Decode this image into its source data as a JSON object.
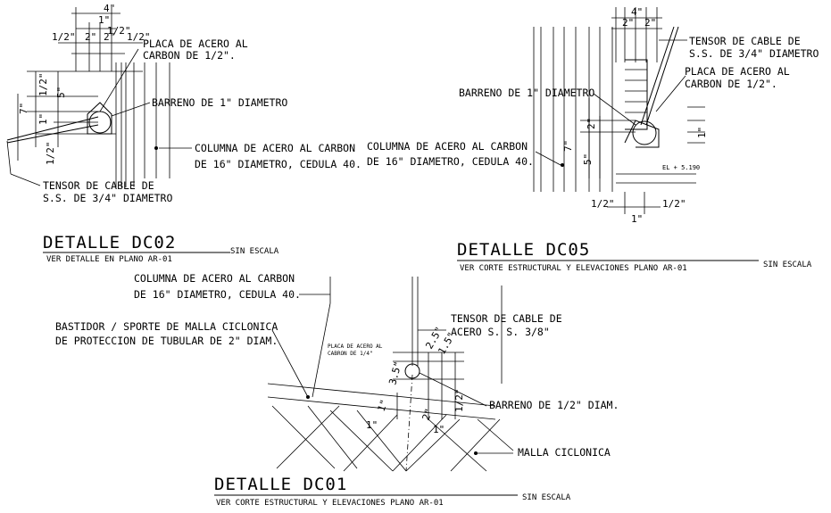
{
  "dc02": {
    "title": "DETALLE DC02",
    "ref": "VER DETALLE EN PLANO AR-01",
    "scale": "SIN ESCALA",
    "plate_l1": "PLACA DE ACERO AL",
    "plate_l2": "CARBON DE 1/2\".",
    "hole": "BARRENO DE 1\" DIAMETRO",
    "column_l1": "COLUMNA DE ACERO AL CARBON",
    "column_l2": "DE 16\" DIAMETRO, CEDULA 40.",
    "tensor_l1": "TENSOR DE CABLE DE",
    "tensor_l2": "S.S. DE 3/4\" DIAMETRO",
    "dims": {
      "d4": "4\"",
      "d1": "1\"",
      "d2a": "2\"",
      "d2b": "2\"",
      "d12a": "1/2\"",
      "d12b": "1/2\"",
      "d12c": "1/2\"",
      "d5": "5\"",
      "d7": "7\"",
      "d1v": "1\"",
      "d12v": "1/2\""
    }
  },
  "dc05": {
    "title": "DETALLE DC05",
    "ref": "VER CORTE ESTRUCTURAL Y ELEVACIONES PLANO AR-01",
    "scale": "SIN ESCALA",
    "tensor_l1": "TENSOR DE CABLE DE",
    "tensor_l2": "S.S. DE 3/4\" DIAMETRO",
    "plate_l1": "PLACA DE ACERO AL",
    "plate_l2": "CARBON DE 1/2\".",
    "hole": "BARRENO DE 1\" DIAMETRO",
    "column_l1": "COLUMNA DE ACERO AL CARBON",
    "column_l2": "DE 16\" DIAMETRO, CEDULA 40.",
    "level": "EL + 5.190",
    "dims": {
      "d4": "4\"",
      "d2a": "2\"",
      "d2b": "2\"",
      "d2v": "2\"",
      "d1v": "1\"",
      "d5": "5\"",
      "d7": "7\"",
      "d12a": "1/2\"",
      "d12b": "1/2\"",
      "d1": "1\""
    }
  },
  "dc01": {
    "title": "DETALLE DC01",
    "ref": "VER CORTE ESTRUCTURAL Y ELEVACIONES PLANO AR-01",
    "scale": "SIN ESCALA",
    "column_l1": "COLUMNA DE ACERO AL CARBON",
    "column_l2": "DE 16\" DIAMETRO, CEDULA 40.",
    "frame_l1": "BASTIDOR / SPORTE DE MALLA CICLONICA",
    "frame_l2": "DE PROTECCION DE TUBULAR DE 2\" DIAM.",
    "plate_l1": "PLACA DE ACERO AL",
    "plate_l2": "CABRON DE 1/4\"",
    "tensor_l1": "TENSOR DE CABLE DE",
    "tensor_l2": "ACERO S. S. 3/8\"",
    "hole": "BARRENO DE 1/2\" DIAM.",
    "mesh": "MALLA CICLONICA",
    "dims": {
      "d25": "2.5\"",
      "d15": "1.5\"",
      "d35": "3.5\"",
      "d12": "1/2\"",
      "d1a": "1\"",
      "d1b": "1\"",
      "d2": "2\"",
      "d1c": "1\""
    }
  }
}
